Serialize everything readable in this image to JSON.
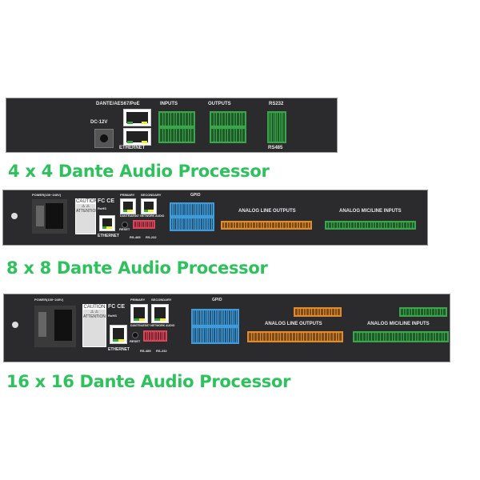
{
  "products": [
    {
      "title": "4 x 4 Dante Audio Processor",
      "labels": {
        "dante": "DANTE/AES67/PoE",
        "inputs": "INPUTS",
        "outputs": "OUTPUTS",
        "rs232": "RS232",
        "rs485": "RS485",
        "dc": "DC-12V",
        "ethernet": "ETHERNET"
      }
    },
    {
      "title": "8 x 8 Dante Audio Processor",
      "labels": {
        "power": "POWER(100~240V)",
        "caution": "CAUTION",
        "attention": "ATTENTION",
        "fcce": "FC CE",
        "rohs": "RoHS",
        "primary": "PRIMARY",
        "secondary": "SECONDARY",
        "network": "DANTE/AES67 NETWORK AUDIO",
        "ethernet": "ETHERNET",
        "reset": "RESET",
        "rs485": "RS-485",
        "rs232": "RS-232",
        "gpio": "GPIO",
        "line_out": "ANALOG LINE OUTPUTS",
        "mic_in": "ANALOG MIC/LINE INPUTS"
      }
    },
    {
      "title": "16 x 16 Dante Audio Processor",
      "labels": {
        "power": "POWER(100~240V)",
        "caution": "CAUTION",
        "attention": "ATTENTION",
        "fcce": "FC CE",
        "rohs": "RoHS",
        "primary": "PRIMARY",
        "secondary": "SECONDARY",
        "network": "DANTE/AES67 NETWORK AUDIO",
        "ethernet": "ETHERNET",
        "reset": "RESET",
        "rs485": "RS-485",
        "rs232": "RS-232",
        "gpio": "GPIO",
        "line_out": "ANALOG LINE OUTPUTS",
        "mic_in": "ANALOG MIC/LINE INPUTS"
      }
    }
  ],
  "colors": {
    "title": "#2ec25c",
    "panel": "#2b2b2d",
    "green_terminal": "#3aa54a",
    "orange_terminal": "#e08a2e",
    "blue_terminal": "#3f9bd9",
    "red_terminal": "#d9465a"
  }
}
